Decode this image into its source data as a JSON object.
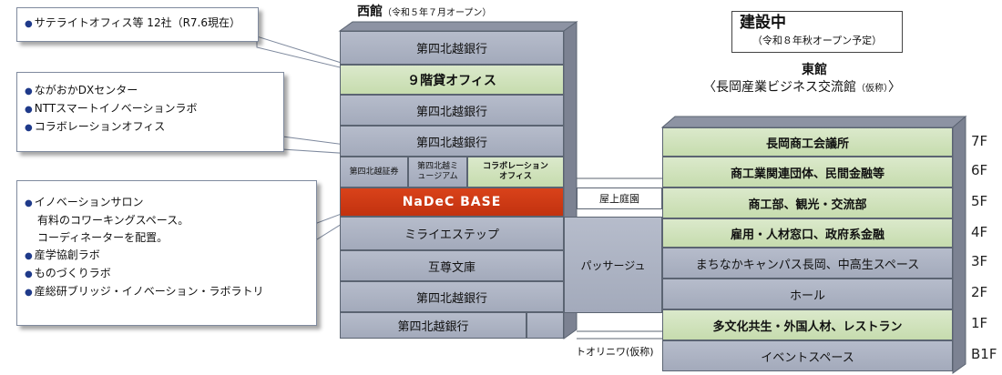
{
  "callouts": {
    "satellite": [
      "サテライトオフィス等 12社（R7.6現在）"
    ],
    "dx": [
      "ながおかDXセンター",
      "NTTスマートイノベーションラボ",
      "コラボレーションオフィス"
    ],
    "innovation": [
      {
        "text": "イノベーションサロン",
        "bullet": true
      },
      {
        "text": "有料のコワーキングスペース。",
        "bullet": false
      },
      {
        "text": "コーディネーターを配置。",
        "bullet": false
      },
      {
        "text": "産学協創ラボ",
        "bullet": true
      },
      {
        "text": "ものづくりラボ",
        "bullet": true
      },
      {
        "text": "産総研ブリッジ・イノベーション・ラボラトリ",
        "bullet": true
      }
    ]
  },
  "west": {
    "title": "西館",
    "title_note": "（令和５年７月オープン）",
    "floors": {
      "f9": "第四北越銀行",
      "f8": "９階貸オフィス",
      "f7": "第四北越銀行",
      "f6": "第四北越銀行",
      "f5a": "第四北越証券",
      "f5b": "第四北越ミュージアム",
      "f5c": "コラボレーションオフィス",
      "f4": "NaDeC BASE",
      "f3": "ミライエステップ",
      "f2": "互尊文庫",
      "f1": "第四北越銀行",
      "b1": "第四北越銀行"
    }
  },
  "construction": {
    "title": "建設中",
    "note": "（令和８年秋オープン予定）"
  },
  "east": {
    "title": "東館",
    "subtitle": "〈長岡産業ビジネス交流館",
    "subtitle_note": "（仮称）",
    "subtitle_end": "〉",
    "floors": [
      {
        "label": "7F",
        "name": "長岡商工会議所",
        "style": "green"
      },
      {
        "label": "6F",
        "name": "商工業関連団体、民間金融等",
        "style": "green"
      },
      {
        "label": "5F",
        "name": "商工部、観光・交流部",
        "style": "green"
      },
      {
        "label": "4F",
        "name": "雇用・人材窓口、政府系金融",
        "style": "green"
      },
      {
        "label": "3F",
        "name": "まちなかキャンパス長岡、中高生スペース",
        "style": "gray"
      },
      {
        "label": "2F",
        "name": "ホール",
        "style": "gray"
      },
      {
        "label": "1F",
        "name": "多文化共生・外国人材、レストラン",
        "style": "green"
      },
      {
        "label": "B1F",
        "name": "イベントスペース",
        "style": "gray"
      }
    ]
  },
  "connectors": {
    "rooftop": "屋上庭園",
    "passage": "パッサージュ",
    "toriniwa": "トオリニワ(仮称)"
  },
  "colors": {
    "gray": "#a9afbf",
    "green": "#cfe2bb",
    "red": "#cc3a14"
  }
}
